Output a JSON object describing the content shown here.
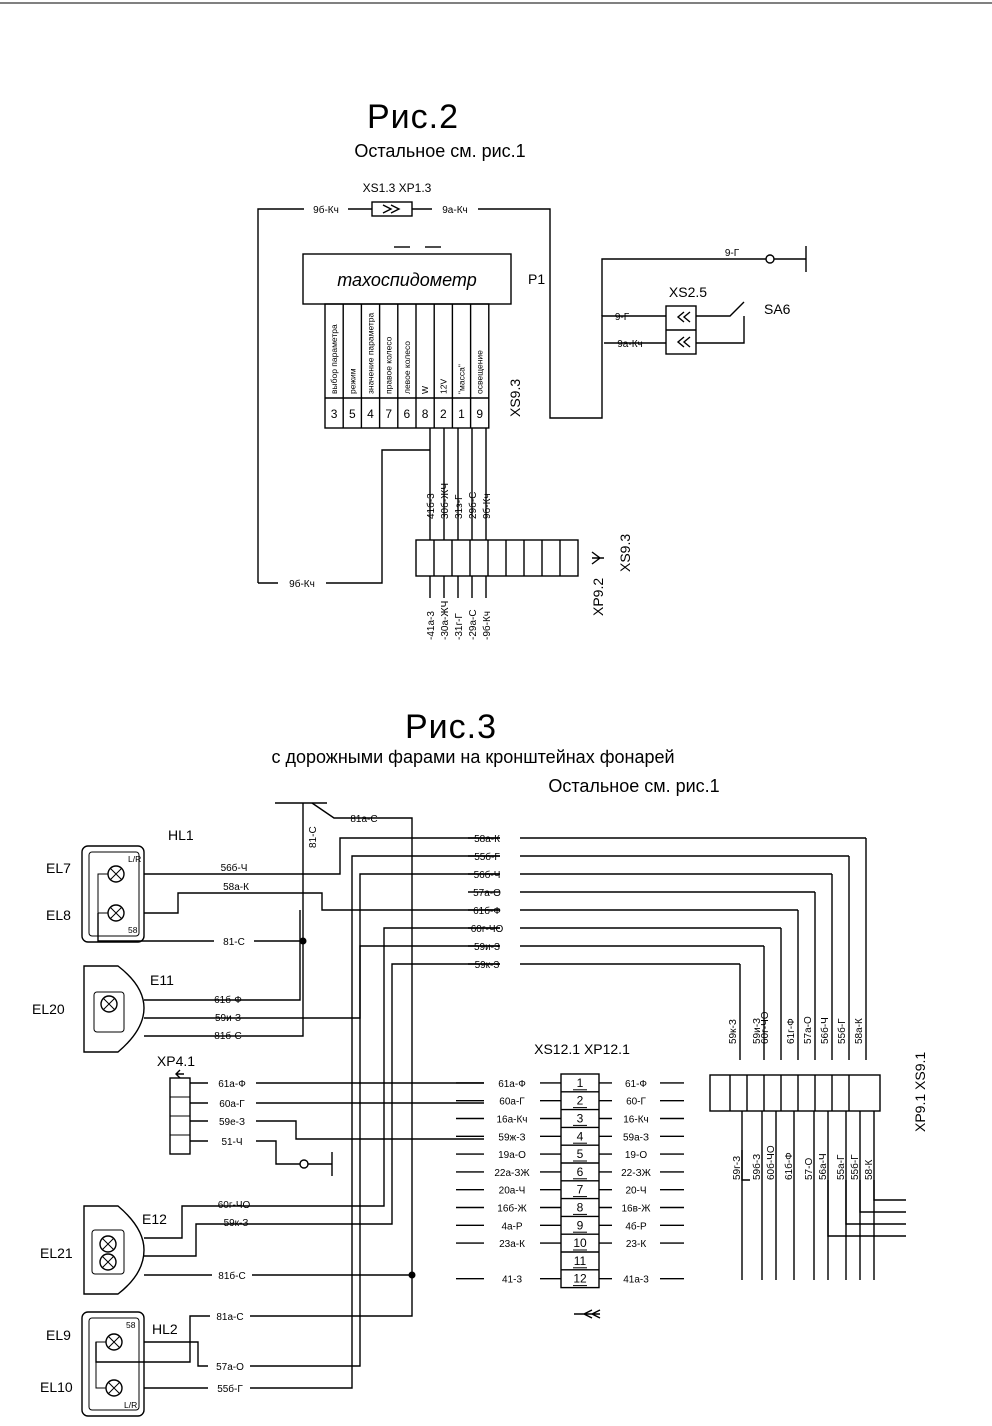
{
  "fig2": {
    "title": "Рис.2",
    "subtitle": "Остальное см. рис.1",
    "conn_top": "XS1.3  XP1.3",
    "wire_top_left": "9б-Кч",
    "wire_top_right": "9а-Кч",
    "device_name": "тахоспидометр",
    "device_ref": "P1",
    "xs25": "XS2.5",
    "sa6": "SA6",
    "wire_9g_top": "9-Г",
    "wire_9g": "9-Г",
    "wire_9a_kch": "9а-Кч",
    "xs93_side": "XS9.3",
    "pins": [
      {
        "label": "выбор параметра",
        "num": "3"
      },
      {
        "label": "режим",
        "num": "5"
      },
      {
        "label": "значение параметра",
        "num": "4"
      },
      {
        "label": "правое колесо",
        "num": "7"
      },
      {
        "label": "левое колесо",
        "num": "6"
      },
      {
        "label": "W",
        "num": "8"
      },
      {
        "label": "12V",
        "num": "2"
      },
      {
        "label": "\"масса\"",
        "num": "1"
      },
      {
        "label": "освещение",
        "num": "9"
      }
    ],
    "wires_upper": [
      "41б-3",
      "30б-ЖЧ",
      "31з-Г",
      "29б-С",
      "9б-Кч"
    ],
    "wires_lower": [
      "-41а-3",
      "-30а-ЖЧ",
      "-31г-Г",
      "-29а-С",
      "-9б-Кч"
    ],
    "wire_left_bottom": "9б-Кч",
    "conn_xs93": "XS9.3",
    "conn_xp92": "XP9.2"
  },
  "fig3": {
    "title": "Рис.3",
    "subtitle1": "с дорожными фарами на кронштейнах фонарей",
    "subtitle2": "Остальное см. рис.1",
    "wire_81a_s_top": "81а-С",
    "wire_81_s_vert": "81-С",
    "hl1": "HL1",
    "el7": "EL7",
    "el8": "EL8",
    "lr_top": "L/R",
    "n58_top": "58",
    "hl1_w1": "56б-Ч",
    "hl1_w2": "58а-К",
    "hl1_w3": "81-С",
    "bus_wires": [
      "58а-К",
      "55б-Г",
      "56б-Ч",
      "57а-О",
      "61б-Ф",
      "60г-ЧО",
      "59и-З",
      "59к-З"
    ],
    "e11": "E11",
    "el20": "EL20",
    "e11_w1": "61б-Ф",
    "e11_w2": "59и-З",
    "e11_w3": "81б-С",
    "xp41": "XP4.1",
    "xp41_wires": [
      "61а-Ф",
      "60а-Г",
      "59е-З",
      "51-Ч"
    ],
    "e12": "E12",
    "el21": "EL21",
    "e12_w1": "60г-ЧО",
    "e12_w2": "59к-З",
    "e12_w3": "81б-С",
    "el9": "EL9",
    "el10": "EL10",
    "hl2": "HL2",
    "n58_bot": "58",
    "lr_bot": "L/R",
    "hl2_w1": "81а-С",
    "hl2_w2": "57а-О",
    "hl2_w3": "55б-Г",
    "xs121": "XS12.1   XP12.1",
    "conn12_left": [
      "61а-Ф",
      "60а-Г",
      "16а-Кч",
      "59ж-З",
      "19а-О",
      "22а-ЗЖ",
      "20а-Ч",
      "16б-Ж",
      "4а-Р",
      "23а-К",
      "",
      "41-3"
    ],
    "conn12_nums": [
      "1",
      "2",
      "3",
      "4",
      "5",
      "6",
      "7",
      "8",
      "9",
      "10",
      "11",
      "12"
    ],
    "conn12_right": [
      "61-Ф",
      "60-Г",
      "16-Кч",
      "59а-З",
      "19-О",
      "22-ЗЖ",
      "20-Ч",
      "16в-Ж",
      "4б-Р",
      "23-К",
      "",
      "41а-3"
    ],
    "right_top_wires": [
      "59к-З",
      "59и-З",
      "60г-ЧО",
      "61г-Ф",
      "57а-О",
      "56б-Ч",
      "55б-Г",
      "58а-К"
    ],
    "right_bot_wires": [
      "59г-З",
      "59б-З",
      "60б-ЧО",
      "61б-Ф",
      "57-О",
      "56а-Ч",
      "55а-Г",
      "55б-Г",
      "58-К"
    ],
    "xp91": "XP9.1  XS9.1"
  }
}
